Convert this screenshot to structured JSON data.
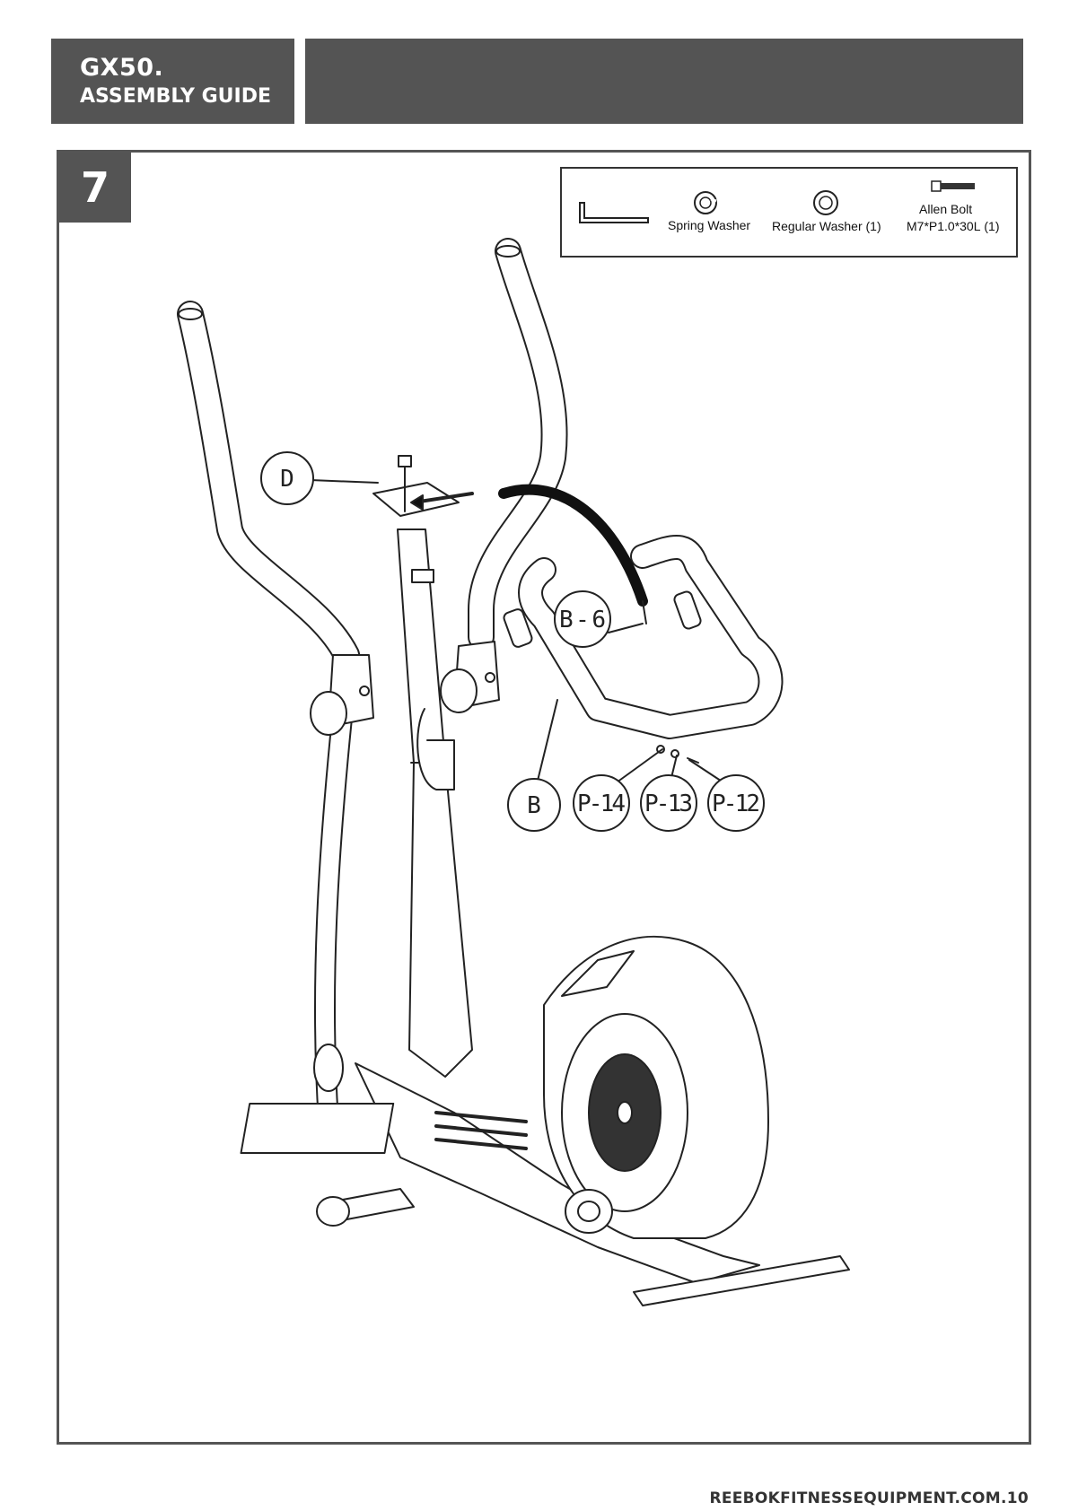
{
  "header": {
    "model": "GX50.",
    "subtitle": "ASSEMBLY GUIDE"
  },
  "step": {
    "number": "7"
  },
  "parts": {
    "spring_washer": "Spring Washer",
    "regular_washer": "Regular Washer (1)",
    "allen_bolt_line1": "Allen Bolt",
    "allen_bolt_line2": "M7*P1.0*30L (1)"
  },
  "callouts": {
    "d": "D",
    "b6": "B-6",
    "b": "B",
    "p14": "P-14",
    "p13": "P-13",
    "p12": "P-12"
  },
  "footer": {
    "website": "REEBOKFITNESSEQUIPMENT.COM.10"
  }
}
